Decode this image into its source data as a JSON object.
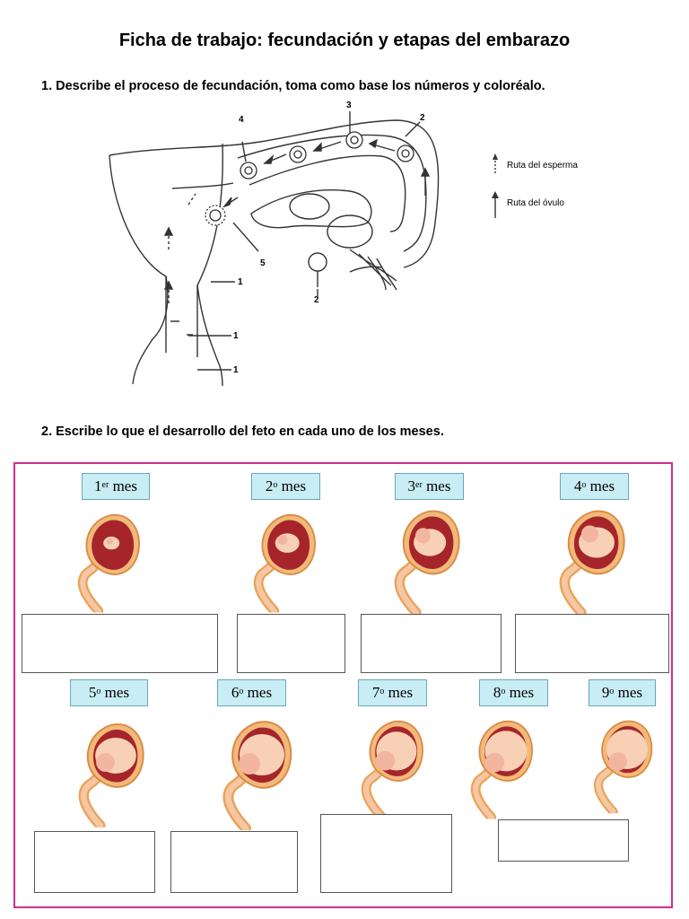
{
  "title": "Ficha de trabajo: fecundación y etapas del embarazo",
  "question1": "1. Describe el proceso de fecundación, toma como base los números y coloréalo.",
  "question2": "2. Escribe lo que el desarrollo del feto en cada uno de los meses.",
  "diagram": {
    "labels": {
      "n1": "1",
      "n2": "2",
      "n3": "3",
      "n4": "4",
      "n5": "5"
    },
    "legend": {
      "sperm_route": "Ruta del esperma",
      "ovum_route": "Ruta del óvulo"
    }
  },
  "months": [
    {
      "num": "1",
      "suffix": "er",
      "word": "mes"
    },
    {
      "num": "2",
      "suffix": "o",
      "word": "mes"
    },
    {
      "num": "3",
      "suffix": "er",
      "word": "mes"
    },
    {
      "num": "4",
      "suffix": "o",
      "word": "mes"
    },
    {
      "num": "5",
      "suffix": "o",
      "word": "mes"
    },
    {
      "num": "6",
      "suffix": "o",
      "word": "mes"
    },
    {
      "num": "7",
      "suffix": "o",
      "word": "mes"
    },
    {
      "num": "8",
      "suffix": "o",
      "word": "mes"
    },
    {
      "num": "9",
      "suffix": "o",
      "word": "mes"
    }
  ],
  "colors": {
    "frame": "#d12d8c",
    "label_bg": "#c9edf5",
    "uterus": "#a5252a",
    "skin": "#f7c6a2",
    "tube": "#e8a45a"
  }
}
